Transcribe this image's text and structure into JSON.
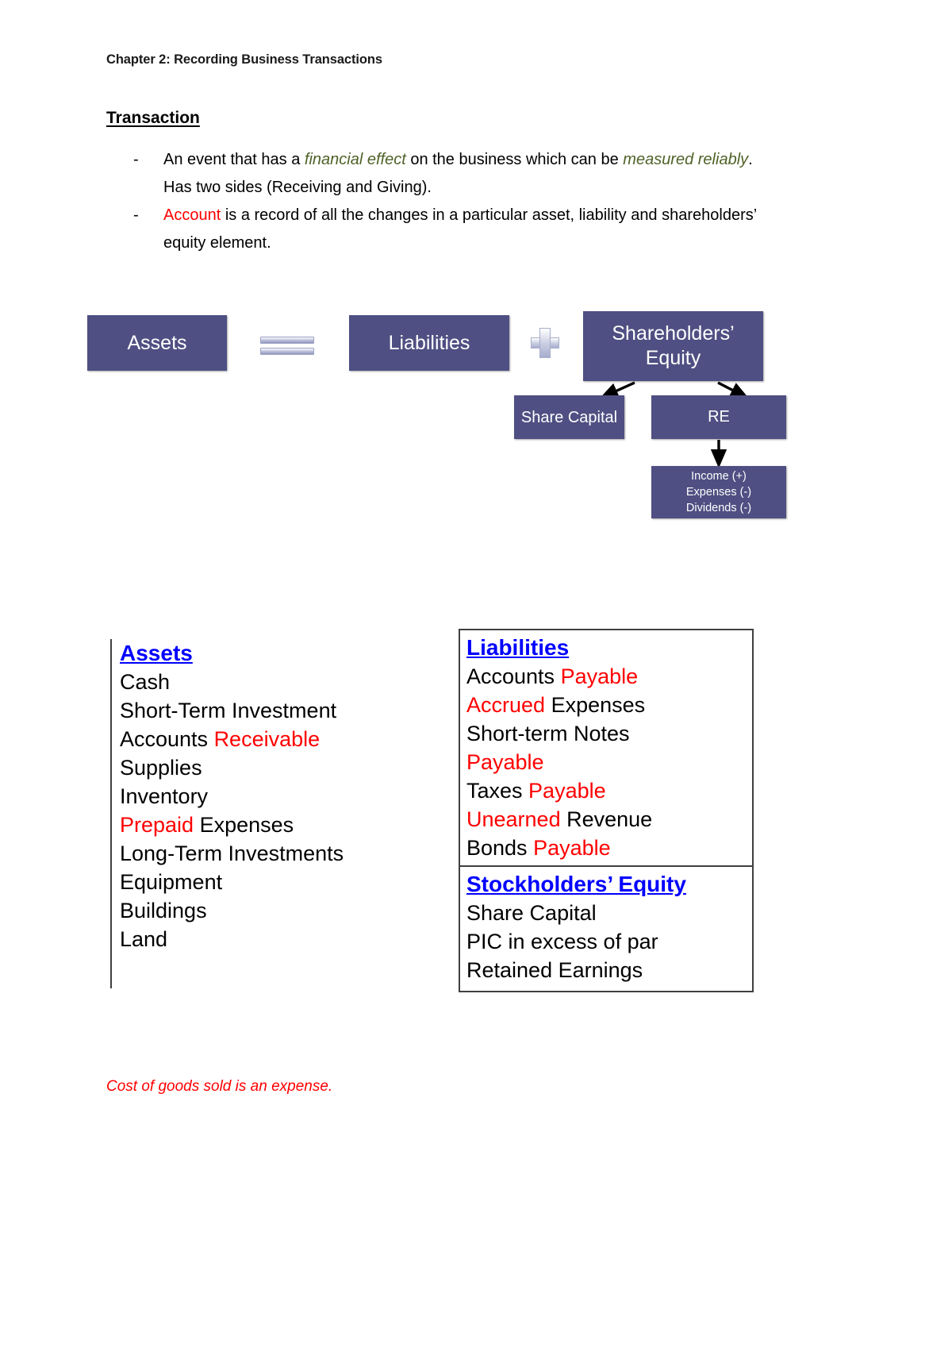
{
  "document": {
    "running_header": "Chapter 2: Recording Business Transactions",
    "section_title": "Transaction",
    "bullets": [
      {
        "marker": "-",
        "parts": [
          {
            "text": "An event that has a ",
            "style": "plain"
          },
          {
            "text": "financial effect",
            "style": "green-italic"
          },
          {
            "text": " on the business which can be ",
            "style": "plain"
          },
          {
            "text": "measured reliably",
            "style": "green-italic"
          },
          {
            "text": ". Has two sides (Receiving and Giving).",
            "style": "plain"
          }
        ]
      },
      {
        "marker": "-",
        "parts": [
          {
            "text": "Account",
            "style": "red"
          },
          {
            "text": " is a record of all the changes in a particular asset, liability and shareholders’ equity element.",
            "style": "plain"
          }
        ]
      }
    ],
    "footnote": "Cost of goods sold is an expense."
  },
  "diagram": {
    "boxes": {
      "assets": "Assets",
      "liabilities": "Liabilities",
      "equity": "Shareholders’ Equity",
      "share_capital": "Share Capital",
      "re": "RE",
      "re_detail_lines": [
        "Income (+)",
        "Expenses (-)",
        "Dividends (-)"
      ]
    },
    "operators": {
      "equals": "=",
      "plus": "+"
    },
    "colors": {
      "box_fill": "#4f4f83",
      "box_text": "#ffffff",
      "arrow": "#000000"
    }
  },
  "accounts": {
    "assets": {
      "heading": "Assets",
      "items": [
        [
          {
            "t": "Cash",
            "c": "black"
          }
        ],
        [
          {
            "t": "Short-Term Investment",
            "c": "black"
          }
        ],
        [
          {
            "t": "Accounts ",
            "c": "black"
          },
          {
            "t": "Receivable",
            "c": "red"
          }
        ],
        [
          {
            "t": "Supplies",
            "c": "black"
          }
        ],
        [
          {
            "t": "Inventory",
            "c": "black"
          }
        ],
        [
          {
            "t": "Prepaid",
            "c": "red"
          },
          {
            "t": " Expenses",
            "c": "black"
          }
        ],
        [
          {
            "t": "Long-Term Investments",
            "c": "black"
          }
        ],
        [
          {
            "t": "Equipment",
            "c": "black"
          }
        ],
        [
          {
            "t": "Buildings",
            "c": "black"
          }
        ],
        [
          {
            "t": "Land",
            "c": "black"
          }
        ]
      ]
    },
    "liabilities": {
      "heading": "Liabilities",
      "items": [
        [
          {
            "t": "Accounts ",
            "c": "black"
          },
          {
            "t": "Payable",
            "c": "red"
          }
        ],
        [
          {
            "t": "Accrued",
            "c": "red"
          },
          {
            "t": " Expenses",
            "c": "black"
          }
        ],
        [
          {
            "t": "Short-term Notes",
            "c": "black"
          }
        ],
        [
          {
            "t": "Payable",
            "c": "red"
          }
        ],
        [
          {
            "t": "Taxes ",
            "c": "black"
          },
          {
            "t": "Payable",
            "c": "red"
          }
        ],
        [
          {
            "t": "Unearned",
            "c": "red"
          },
          {
            "t": " Revenue",
            "c": "black"
          }
        ],
        [
          {
            "t": "Bonds ",
            "c": "black"
          },
          {
            "t": "Payable",
            "c": "red"
          }
        ]
      ]
    },
    "stockholders_equity": {
      "heading": "Stockholders’ Equity",
      "items": [
        [
          {
            "t": "Share Capital",
            "c": "black"
          }
        ],
        [
          {
            "t": "PIC in excess of par",
            "c": "black"
          }
        ],
        [
          {
            "t": "Retained Earnings",
            "c": "black"
          }
        ]
      ]
    },
    "colors": {
      "heading": "#0000ff",
      "keyword": "#ff0000",
      "body": "#000000",
      "rule": "#404040"
    }
  }
}
